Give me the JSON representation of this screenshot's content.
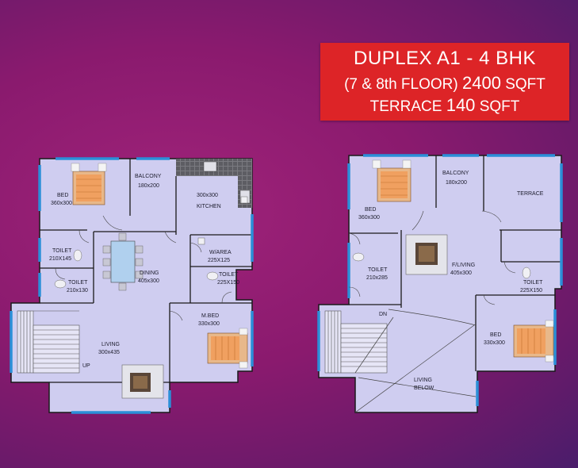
{
  "banner": {
    "line1": "DUPLEX  A1 - 4 BHK",
    "line2_prefix": "(7 & 8th FLOOR) ",
    "line2_area": "2400",
    "line2_unit": " SQFT",
    "line3_prefix": "TERRACE ",
    "line3_area": "140",
    "line3_unit": " SQFT"
  },
  "lower_floor": {
    "bed": "BED",
    "bed_size": "360x300",
    "balcony": "BALCONY",
    "balcony_size": "180x200",
    "kitchen_size": "300x300",
    "kitchen": "KITCHEN",
    "warea": "W/AREA",
    "warea_size": "225X125",
    "toilet1": "TOILET",
    "toilet1_size": "210X145",
    "dining": "DINING",
    "dining_size": "405x300",
    "toilet2": "TOILET",
    "toilet2_size": "210x130",
    "toilet3": "TOILET",
    "toilet3_size": "225X150",
    "mbed": "M.BED",
    "mbed_size": "330x300",
    "living": "LIVING",
    "living_size": "300x435",
    "up": "UP"
  },
  "upper_floor": {
    "bed": "BED",
    "bed_size": "360x300",
    "balcony": "BALCONY",
    "balcony_size": "180x200",
    "terrace": "TERRACE",
    "toilet1": "TOILET",
    "toilet1_size": "210x285",
    "fliving": "F/LIVING",
    "fliving_size": "405x300",
    "toilet2": "TOILET",
    "toilet2_size": "225X150",
    "dn": "DN",
    "bed2": "BED",
    "bed2_size": "330x300",
    "living_below": "LIVING",
    "below": "BELOW"
  },
  "colors": {
    "floor": "#cfcdf0",
    "wall": "#2a8fd8",
    "banner": "#dd2427"
  }
}
